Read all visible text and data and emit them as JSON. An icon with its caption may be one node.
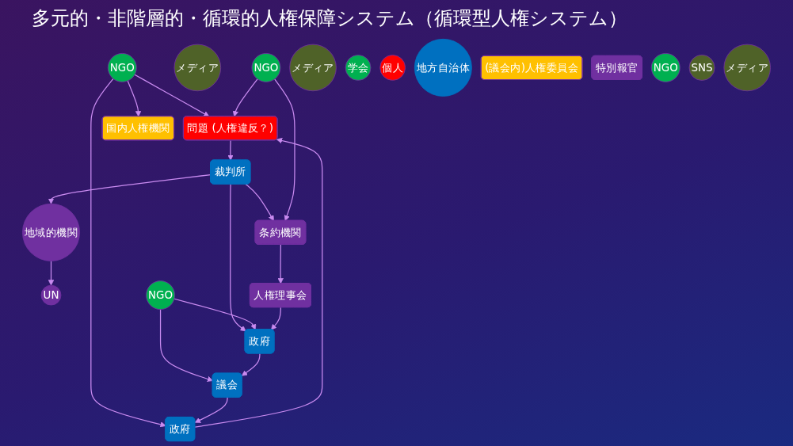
{
  "diagram": {
    "title": "多元的・非階層的・循環的人権保障システム（循環型人権システム）",
    "nodes": [
      {
        "text": [
          "NGO"
        ]
      },
      {
        "text": [
          "メディア"
        ]
      },
      {
        "text": [
          "問題 (人権違反？)"
        ]
      },
      {
        "text": [
          "NGO"
        ]
      },
      {
        "text": [
          "政府"
        ]
      },
      {
        "text": [
          "国内人権機関"
        ]
      },
      {
        "text": [
          "裁判所"
        ]
      },
      {
        "text": [
          "メディア"
        ]
      },
      {
        "text": [
          "学会"
        ]
      },
      {
        "text": [
          "個人"
        ]
      },
      {
        "text": [
          "地方自治体"
        ]
      },
      {
        "text": [
          "条約機関"
        ]
      },
      {
        "text": [
          "(議会内)人権委員会"
        ]
      },
      {
        "text": [
          "議会"
        ]
      },
      {
        "text": [
          "特別報官"
        ]
      },
      {
        "text": [
          "UN"
        ]
      },
      {
        "text": [
          "地域的機関"
        ]
      },
      {
        "text": [
          "NGO"
        ]
      },
      {
        "text": [
          "SNS"
        ]
      },
      {
        "text": [
          "人権理事会"
        ]
      },
      {
        "text": [
          "NGO"
        ]
      },
      {
        "text": [
          "メディア"
        ]
      },
      {
        "text": [
          "政府"
        ]
      }
    ],
    "edges": [
      {
        "from": 0,
        "to": 2,
        "arrow": "to"
      },
      {
        "from": 0,
        "to": 4,
        "arrow": "to"
      },
      {
        "from": 0,
        "to": 5,
        "arrow": "to"
      },
      {
        "from": 4,
        "to": 2,
        "arrow": "to"
      },
      {
        "from": 3,
        "to": 2,
        "arrow": "to"
      },
      {
        "from": 2,
        "to": 6,
        "arrow": "to"
      },
      {
        "from": 6,
        "to": 11,
        "arrow": "to"
      },
      {
        "from": 3,
        "to": 11,
        "arrow": "to"
      },
      {
        "from": 6,
        "to": 16,
        "arrow": "to"
      },
      {
        "from": 6,
        "to": 22,
        "arrow": "to"
      },
      {
        "from": 13,
        "to": 4,
        "arrow": "to"
      },
      {
        "from": 20,
        "to": 13,
        "arrow": "to"
      },
      {
        "from": 22,
        "to": 13,
        "arrow": "to"
      },
      {
        "from": 20,
        "to": 22,
        "arrow": "to"
      },
      {
        "from": 11,
        "to": 19,
        "arrow": "to"
      },
      {
        "from": 16,
        "to": 15,
        "arrow": "to"
      },
      {
        "from": 19,
        "to": 22,
        "arrow": "to"
      }
    ]
  }
}
